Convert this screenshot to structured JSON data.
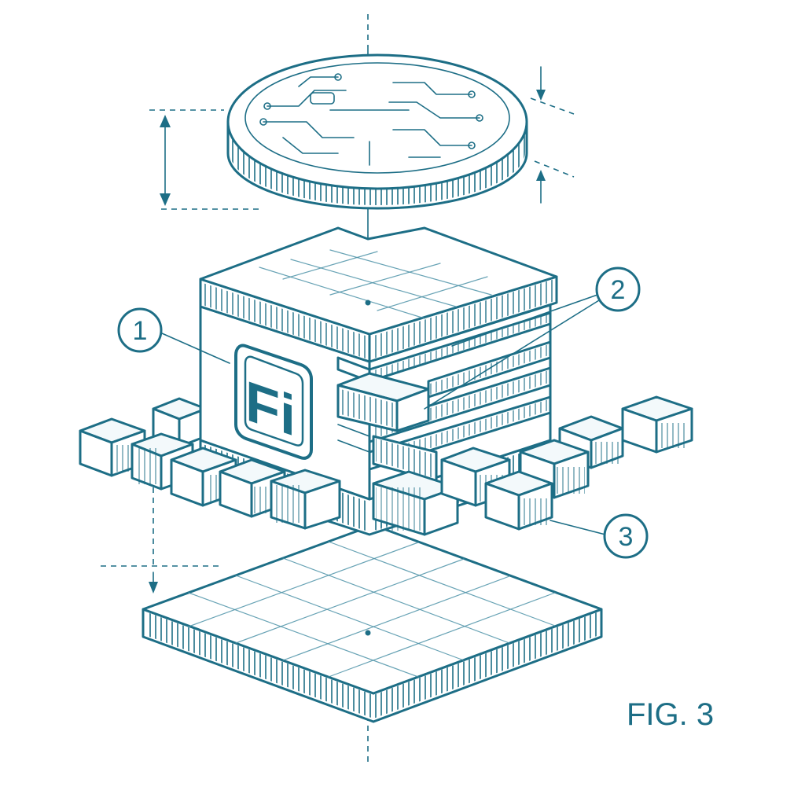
{
  "figure": {
    "caption": "FIG. 3",
    "logo_text": "Fi",
    "callouts": [
      {
        "label": "1"
      },
      {
        "label": "2"
      },
      {
        "label": "3"
      }
    ],
    "colors": {
      "ink": "#1d6e86",
      "background": "#ffffff"
    }
  }
}
